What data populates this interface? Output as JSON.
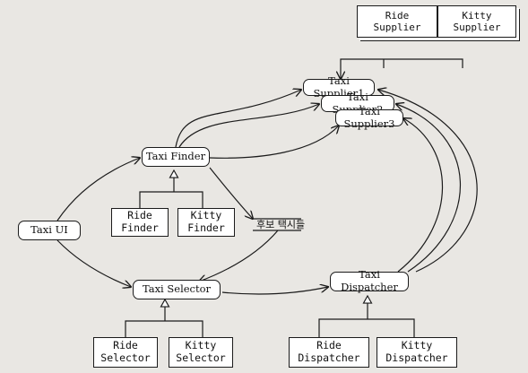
{
  "nodes": {
    "taxi_ui": "Taxi UI",
    "taxi_finder": "Taxi Finder",
    "taxi_selector": "Taxi Selector",
    "taxi_dispatcher": "Taxi Dispatcher",
    "taxi_supplier_1": "Taxi Supplier1",
    "taxi_supplier_2": "Taxi Supplier2",
    "taxi_supplier_3": "Taxi Supplier3",
    "ride_supplier": "Ride\nSupplier",
    "kitty_supplier": "Kitty\nSupplier",
    "ride_finder": "Ride\nFinder",
    "kitty_finder": "Kitty\nFinder",
    "ride_selector": "Ride\nSelector",
    "kitty_selector": "Kitty\nSelector",
    "ride_dispatcher": "Ride\nDispatcher",
    "kitty_dispatcher": "Kitty\nDispatcher",
    "candidate_taxis": "후보 택시들"
  },
  "colors": {
    "background": "#e9e7e3",
    "box_fill": "#ffffff",
    "line": "#1b1b1b"
  }
}
